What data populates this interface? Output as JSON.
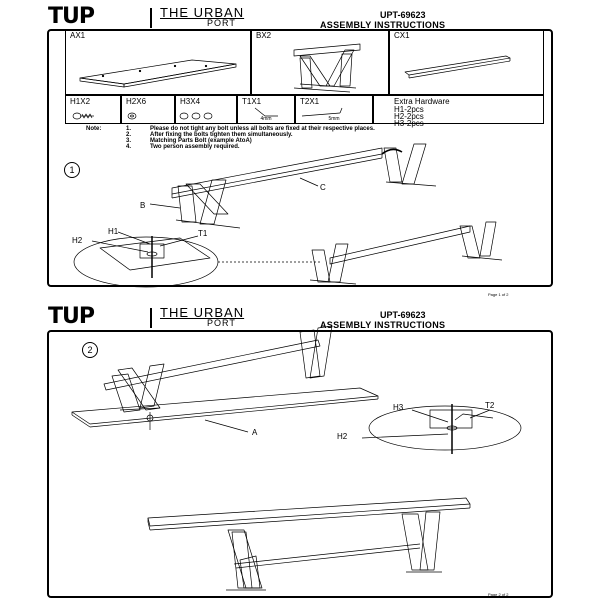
{
  "header": {
    "logo_text": "TUP",
    "brand_name": "THE URBAN",
    "brand_sub": "PORT",
    "doc_code": "UPT-69623",
    "doc_title": "ASSEMBLY INSTRUCTIONS"
  },
  "parts": {
    "ax1": "AX1",
    "bx2": "BX2",
    "cx1": "CX1",
    "h1x2": "H1X2",
    "h2x6": "H2X6",
    "h3x4": "H3X4",
    "t1x1": "T1X1",
    "t1_size": "4mm",
    "t2x1": "T2X1",
    "t2_size": "5mm"
  },
  "extra_hardware": {
    "title": "Extra Hardware",
    "items": [
      "H1-2pcs",
      "H2-2pcs",
      "H3-2pcs"
    ]
  },
  "notes": {
    "label": "Note:",
    "items": [
      {
        "num": "1.",
        "text": "Please do not tight any bolt unless all bolts are fixed at their respective places."
      },
      {
        "num": "2.",
        "text": "After fixing the bolts tighten them simultaneously."
      },
      {
        "num": "3.",
        "text": "Matching Parts Bolt (example AtoA)"
      },
      {
        "num": "4.",
        "text": "Two person assembly required."
      }
    ]
  },
  "step1": {
    "number": "1",
    "labels": {
      "c": "C",
      "b": "B",
      "h1": "H1",
      "h2": "H2",
      "t1": "T1"
    }
  },
  "step2": {
    "number": "2",
    "labels": {
      "a": "A",
      "h3": "H3",
      "t2": "T2",
      "h2": "H2"
    }
  },
  "footers": {
    "page1": "Page 1 of 2",
    "page2": "Page 2 of 2"
  }
}
